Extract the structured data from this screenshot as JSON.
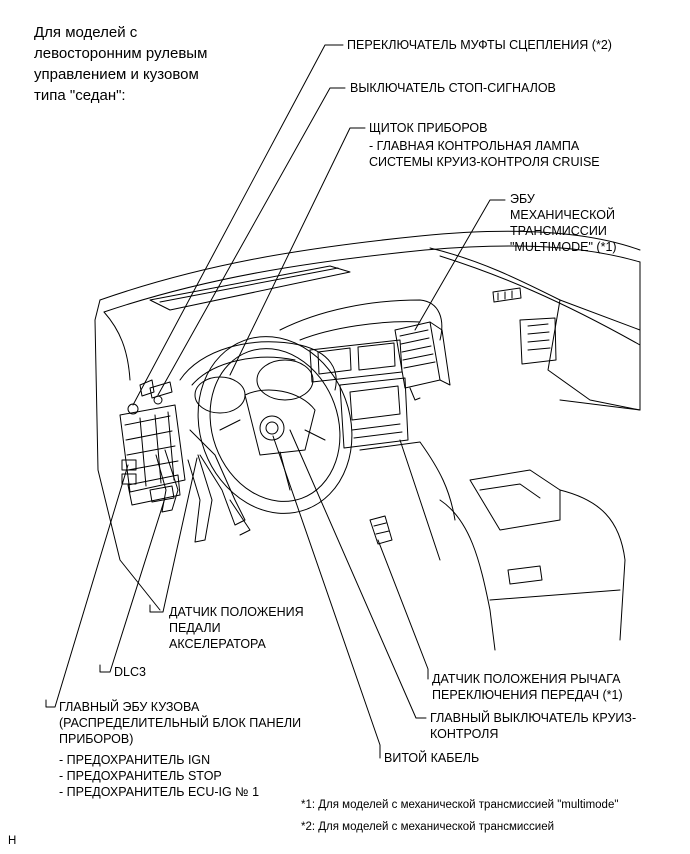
{
  "intro": [
    "Для моделей с",
    "левосторонним рулевым",
    "управлением и кузовом",
    "типа \"седан\":"
  ],
  "callouts": {
    "clutch_switch": "ПЕРЕКЛЮЧАТЕЛЬ МУФТЫ СЦЕПЛЕНИЯ (*2)",
    "stop_switch": "ВЫКЛЮЧАТЕЛЬ СТОП-СИГНАЛОВ",
    "combo_meter": "ЩИТОК ПРИБОРОВ",
    "combo_meter_sub": [
      "- ГЛАВНАЯ КОНТРОЛЬНАЯ ЛАМПА",
      "СИСТЕМЫ КРУИЗ-КОНТРОЛЯ CRUISE"
    ],
    "transmission_ecu": [
      "ЭБУ",
      "МЕХАНИЧЕСКОЙ",
      "ТРАНСМИССИИ",
      "\"MULTIMODE\" (*1)"
    ],
    "accel_sensor": [
      "ДАТЧИК ПОЛОЖЕНИЯ",
      "ПЕДАЛИ",
      "АКСЕЛЕРАТОРА"
    ],
    "dlc3": "DLC3",
    "body_ecu": [
      "ГЛАВНЫЙ ЭБУ КУЗОВА",
      "(РАСПРЕДЕЛИТЕЛЬНЫЙ БЛОК ПАНЕЛИ",
      "ПРИБОРОВ)"
    ],
    "fuses": [
      "- ПРЕДОХРАНИТЕЛЬ IGN",
      "- ПРЕДОХРАНИТЕЛЬ STOP",
      "- ПРЕДОХРАНИТЕЛЬ ECU-IG № 1"
    ],
    "shift_sensor": [
      "ДАТЧИК ПОЛОЖЕНИЯ РЫЧАГА",
      "ПЕРЕКЛЮЧЕНИЯ ПЕРЕДАЧ (*1)"
    ],
    "cruise_switch": [
      "ГЛАВНЫЙ ВЫКЛЮЧАТЕЛЬ КРУИЗ-",
      "КОНТРОЛЯ"
    ],
    "spiral_cable": "ВИТОЙ КАБЕЛЬ"
  },
  "footnotes": [
    "*1: Для моделей с механической трансмиссией \"multimode\"",
    "*2: Для моделей с механической трансмиссией"
  ],
  "corner_mark": "H"
}
